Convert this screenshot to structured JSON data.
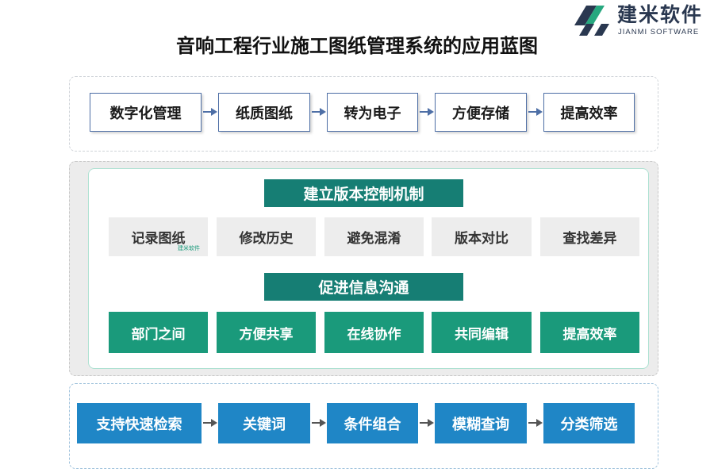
{
  "brand": {
    "name": "建米软件",
    "sub": "JIANMI SOFTWARE"
  },
  "title": "音响工程行业施工图纸管理系统的应用蓝图",
  "flow_top": [
    "数字化管理",
    "纸质图纸",
    "转为电子",
    "方便存储",
    "提高效率"
  ],
  "version_control": {
    "heading": "建立版本控制机制",
    "items": [
      "记录图纸",
      "修改历史",
      "避免混淆",
      "版本对比",
      "查找差异"
    ]
  },
  "communication": {
    "heading": "促进信息沟通",
    "items": [
      "部门之间",
      "方便共享",
      "在线协作",
      "共同编辑",
      "提高效率"
    ]
  },
  "flow_bottom": [
    "支持快速检索",
    "关键词",
    "条件组合",
    "模糊查询",
    "分类筛选"
  ],
  "watermark": "建米软件",
  "colors": {
    "outline_border": "#4e6fa6",
    "arrow_top": "#4e6fa6",
    "arrow_bottom": "#555555",
    "blue": "#1f86c6",
    "teal_dark": "#167e74",
    "teal": "#1a9a7b",
    "gray": "#ededed"
  }
}
